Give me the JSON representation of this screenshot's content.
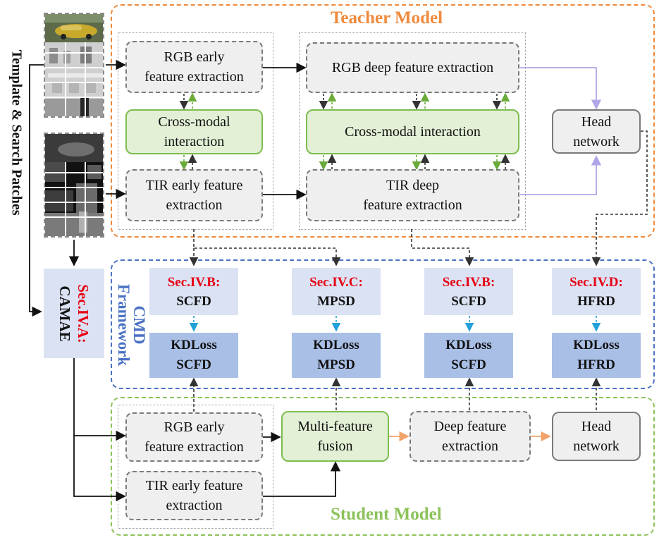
{
  "side_label": "Template & Search Patches",
  "teacher": {
    "title": "Teacher Model",
    "rgb_early": [
      "RGB early",
      "feature extraction"
    ],
    "cross_modal_early": [
      "Cross-modal",
      "interaction"
    ],
    "tir_early": [
      "TIR early feature",
      "extraction"
    ],
    "rgb_deep": "RGB deep feature extraction",
    "cross_modal_deep": "Cross-modal interaction",
    "tir_deep": [
      "TIR deep",
      "feature extraction"
    ],
    "head": [
      "Head",
      "network"
    ]
  },
  "cmd": {
    "title_line1": "CMD",
    "title_line2": "Framework",
    "sections": [
      {
        "sec": "Sec.IV.B:",
        "name": "SCFD",
        "kd1": "KDLoss",
        "kd2": "SCFD"
      },
      {
        "sec": "Sec.IV.C:",
        "name": "MPSD",
        "kd1": "KDLoss",
        "kd2": "MPSD"
      },
      {
        "sec": "Sec.IV.B:",
        "name": "SCFD",
        "kd1": "KDLoss",
        "kd2": "SCFD"
      },
      {
        "sec": "Sec.IV.D:",
        "name": "HFRD",
        "kd1": "KDLoss",
        "kd2": "HFRD"
      }
    ]
  },
  "camae": {
    "sec": "Sec.IV.A:",
    "name": "CAMAE"
  },
  "student": {
    "title": "Student Model",
    "rgb_early": [
      "RGB early",
      "feature extraction"
    ],
    "tir_early": [
      "TIR early feature",
      "extraction"
    ],
    "fusion": [
      "Multi-feature",
      "fusion"
    ],
    "deep": [
      "Deep feature",
      "extraction"
    ],
    "head": [
      "Head",
      "network"
    ]
  },
  "colors": {
    "teacher": "#f08a3c",
    "cmd": "#4a72c4",
    "student": "#8cc25a",
    "sec_red": "#e60012"
  }
}
